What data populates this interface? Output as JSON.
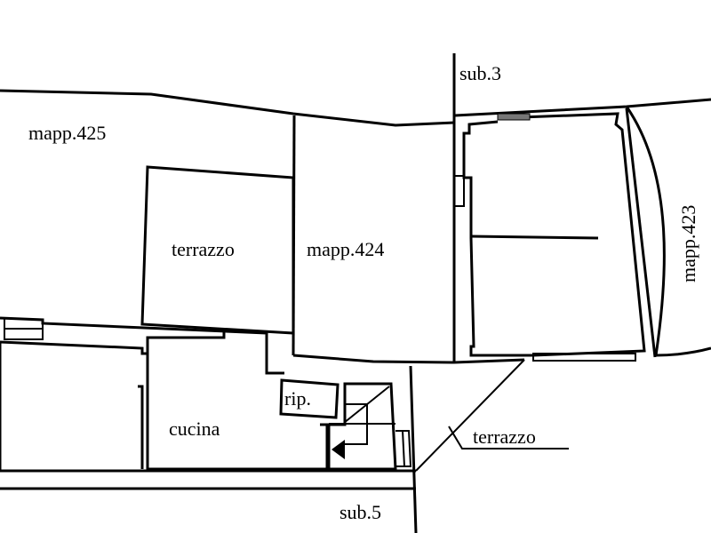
{
  "labels": {
    "mapp_425": "mapp.425",
    "mapp_424": "mapp.424",
    "mapp_423": "mapp.423",
    "terrazzo_upper": "terrazzo",
    "terrazzo_lower": "terrazzo",
    "cucina": "cucina",
    "rip": "rip.",
    "sub_3": "sub.3",
    "sub_5": "sub.5"
  },
  "colors": {
    "line": "#000000",
    "background": "#ffffff"
  }
}
